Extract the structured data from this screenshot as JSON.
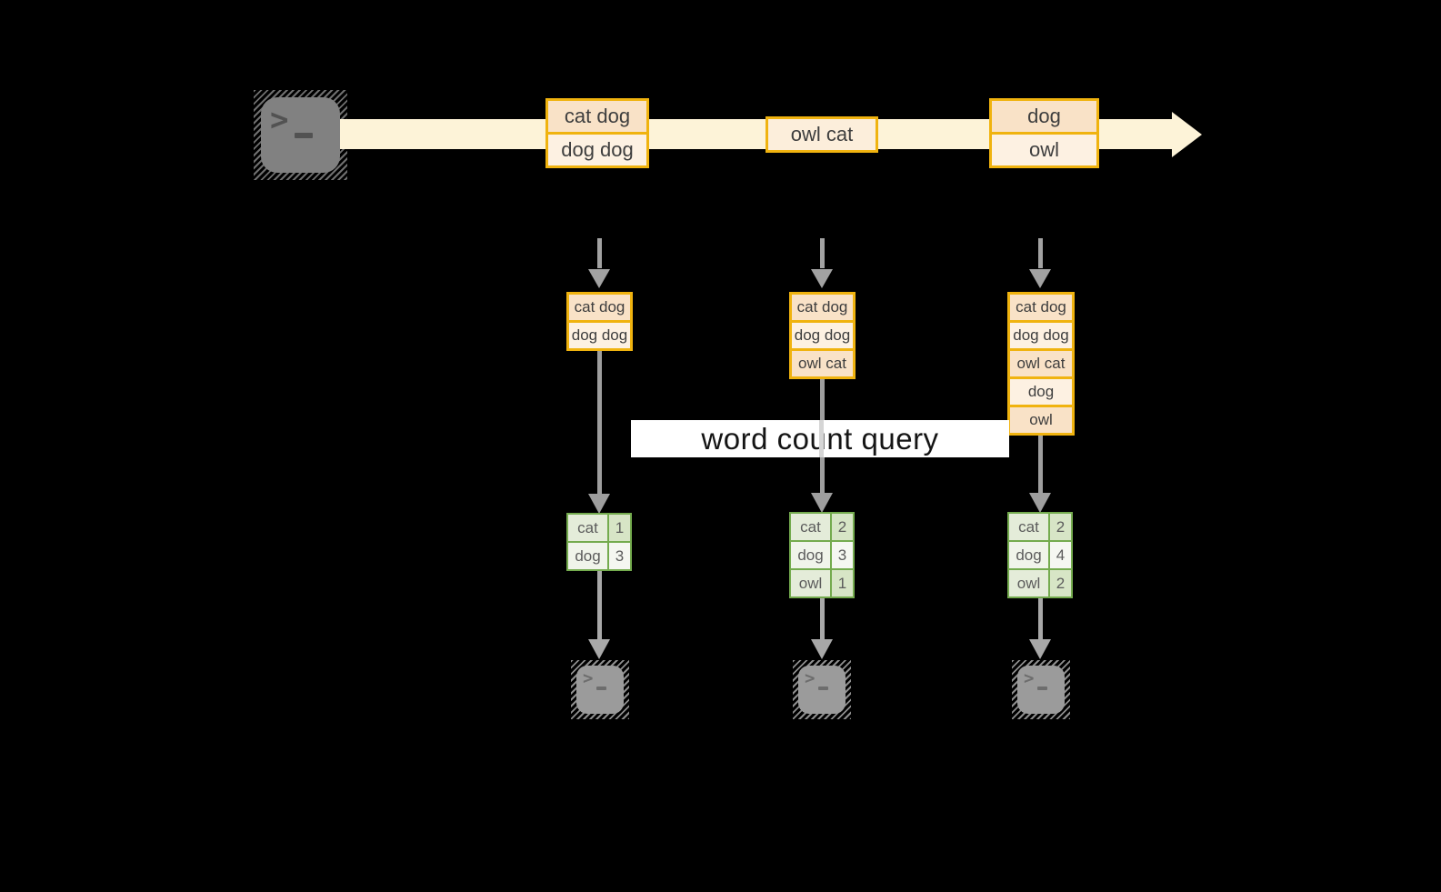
{
  "label": {
    "text": "word count query"
  },
  "stream": {
    "events": [
      {
        "rows": [
          "cat dog",
          "dog dog"
        ]
      },
      {
        "rows": [
          "owl cat"
        ]
      },
      {
        "rows": [
          "dog",
          "owl"
        ]
      }
    ]
  },
  "columns": [
    {
      "buffer": [
        "cat dog",
        "dog dog"
      ],
      "counts": [
        {
          "word": "cat",
          "count": "1"
        },
        {
          "word": "dog",
          "count": "3"
        }
      ]
    },
    {
      "buffer": [
        "cat dog",
        "dog dog",
        "owl cat"
      ],
      "counts": [
        {
          "word": "cat",
          "count": "2"
        },
        {
          "word": "dog",
          "count": "3"
        },
        {
          "word": "owl",
          "count": "1"
        }
      ]
    },
    {
      "buffer": [
        "cat dog",
        "dog dog",
        "owl cat",
        "dog",
        "owl"
      ],
      "counts": [
        {
          "word": "cat",
          "count": "2"
        },
        {
          "word": "dog",
          "count": "4"
        },
        {
          "word": "owl",
          "count": "2"
        }
      ]
    }
  ],
  "icons": {
    "terminal_chevron": ">"
  },
  "colors": {
    "background": "#000000",
    "stream_fill": "#fdf3d8",
    "box_border": "#f0b30f",
    "box_fill_dark": "#f9e2c7",
    "box_fill_light": "#fdf1e2",
    "table_border": "#74ab4e",
    "table_fill_green": "#e4ecd9",
    "arrow_gray": "#a2a2a2",
    "terminal_gray": "#818181",
    "label_background": "#ffffff"
  }
}
